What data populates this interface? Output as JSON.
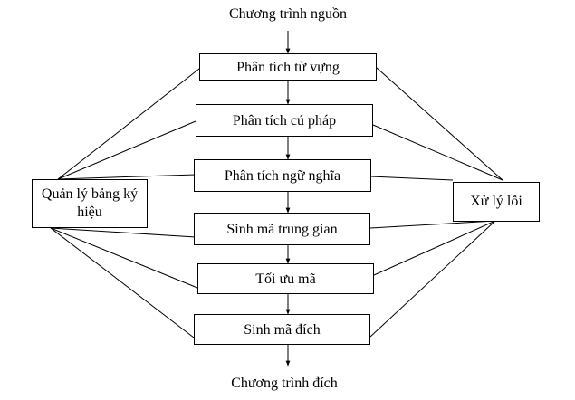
{
  "source_label": "Chương trình nguồn",
  "target_label": "Chương trình đích",
  "phases": [
    "Phân tích từ vựng",
    "Phân tích cú pháp",
    "Phân tích ngữ nghĩa",
    "Sinh mã trung gian",
    "Tối ưu mã",
    "Sinh mã đích"
  ],
  "symbol_table_box": "Quản lý bảng ký hiệu",
  "error_handler_box": "Xử lý lỗi"
}
